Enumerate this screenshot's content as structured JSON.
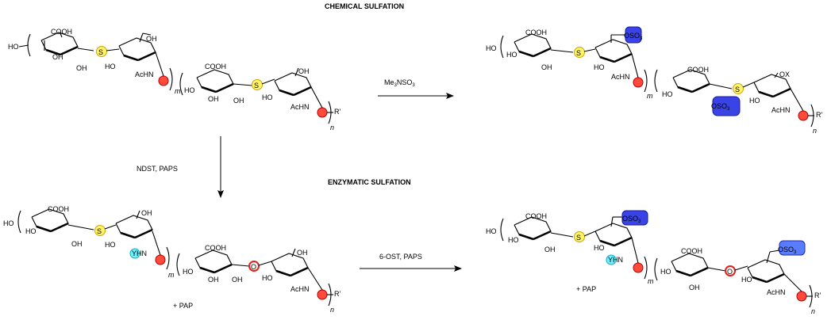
{
  "headers": {
    "chemical": "CHEMICAL SULFATION",
    "enzymatic": "ENZYMATIC SULFATION"
  },
  "reagents": {
    "chemical": "Me3NSO3",
    "ndst": "NDST, PAPS",
    "six_ost": "6-OST, PAPS",
    "pap_left": "+ PAP",
    "pap_right": "+ PAP"
  },
  "atoms": {
    "ho": "HO",
    "oh": "OH",
    "cooh": "COOH",
    "acnh": "AcHN",
    "yhn": "YHN",
    "s": "S",
    "o": "O",
    "r_prime": "R'",
    "m": "m",
    "n": "n",
    "x": "OX",
    "so3": "SO3"
  },
  "colors": {
    "thio_highlight": "#fff36a",
    "oxygen_highlight": "#ff4a3c",
    "amine_highlight": "#6ff0ff",
    "sulfate_highlight": "#3a44e6"
  }
}
